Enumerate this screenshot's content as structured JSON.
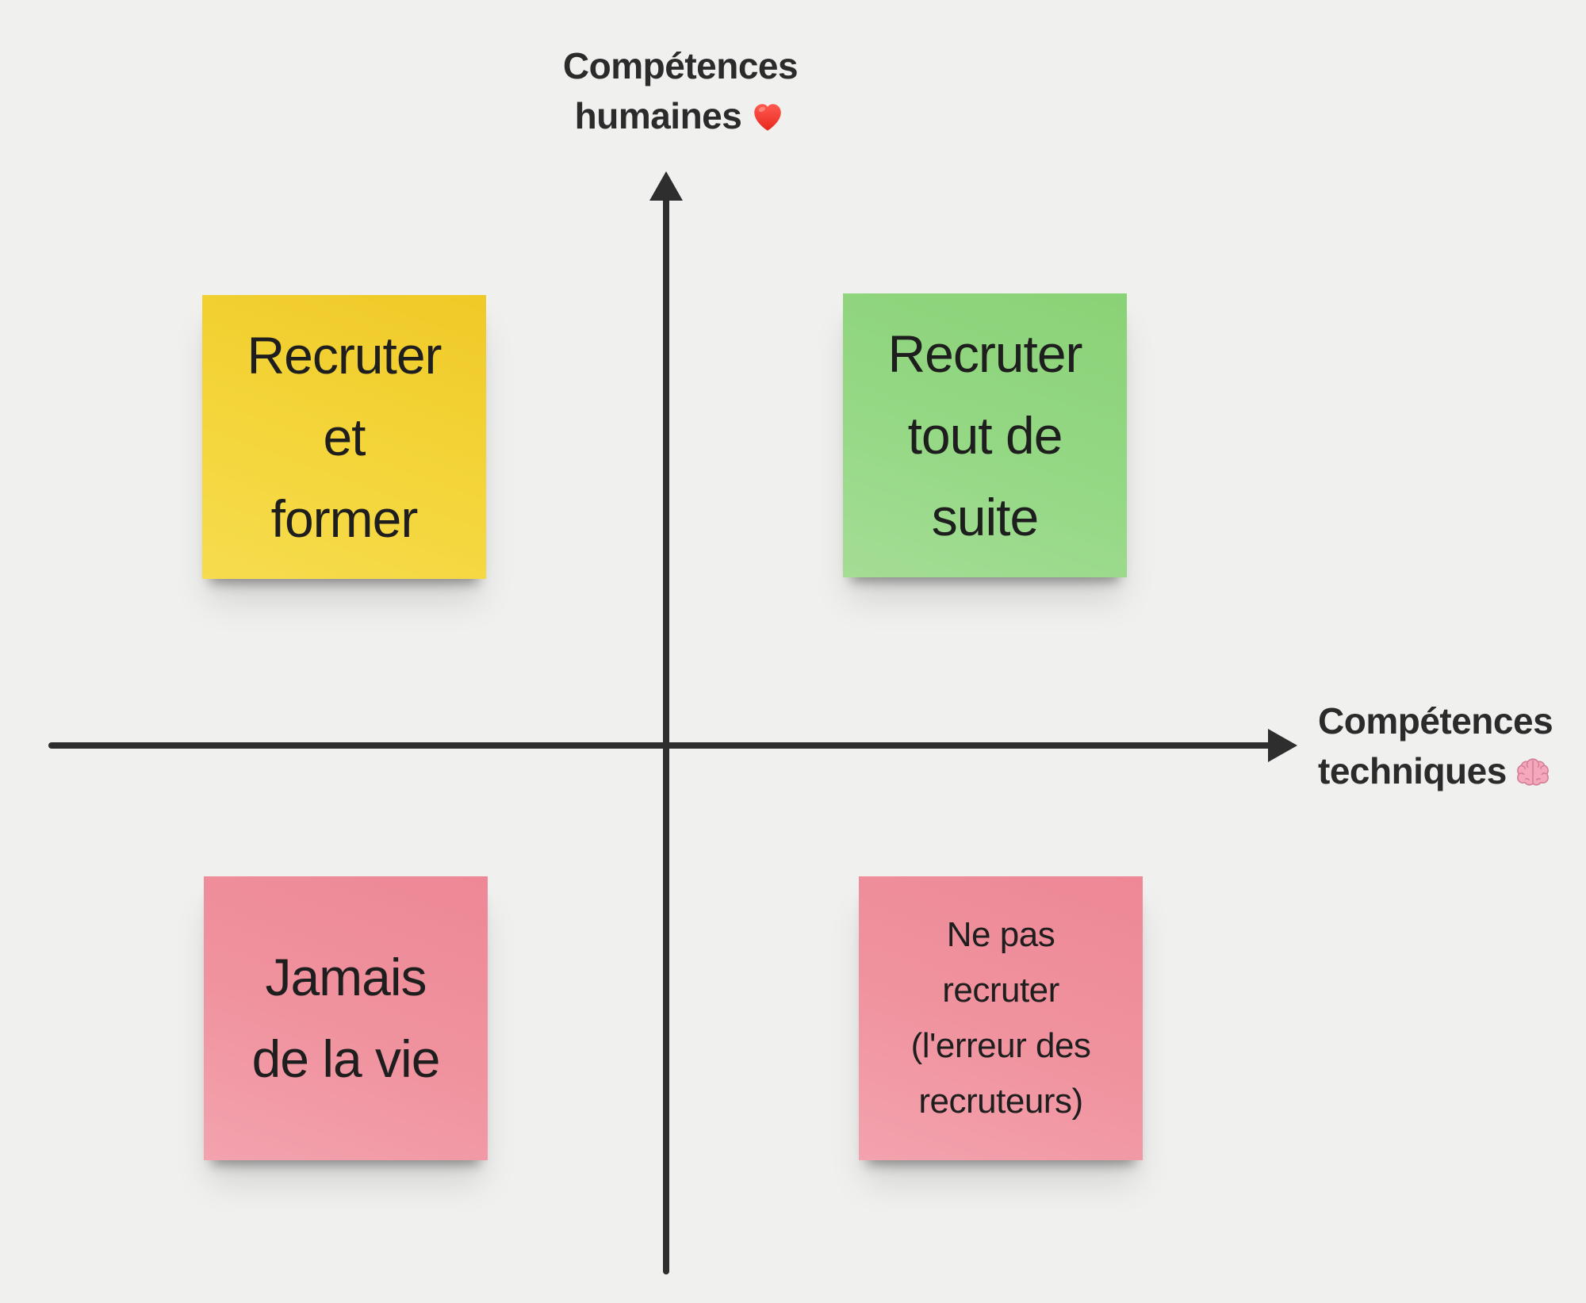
{
  "canvas": {
    "background_color": "#f0f0ef",
    "axis_color": "#2e2e2e",
    "text_color": "#1e1e1e"
  },
  "axes": {
    "y": {
      "line1": "Compétences",
      "line2": "humaines",
      "icon": "red-heart",
      "direction": "up"
    },
    "x": {
      "line1": "Compétences",
      "line2": "techniques",
      "icon": "brain",
      "direction": "right"
    }
  },
  "notes": [
    {
      "position": "top-left",
      "quadrant": "high-human-low-technical",
      "color": "#f2d135",
      "color_name": "yellow",
      "text": "Recruter\net\nformer"
    },
    {
      "position": "top-right",
      "quadrant": "high-human-high-technical",
      "color": "#95d885",
      "color_name": "green",
      "text": "Recruter\ntout de\nsuite"
    },
    {
      "position": "bottom-left",
      "quadrant": "low-human-low-technical",
      "color": "#f0939f",
      "color_name": "pink",
      "text": "Jamais\nde la vie"
    },
    {
      "position": "bottom-right",
      "quadrant": "low-human-high-technical",
      "color": "#f0939f",
      "color_name": "pink",
      "text": "Ne pas\nrecruter\n(l'erreur des\nrecruteurs)"
    }
  ]
}
